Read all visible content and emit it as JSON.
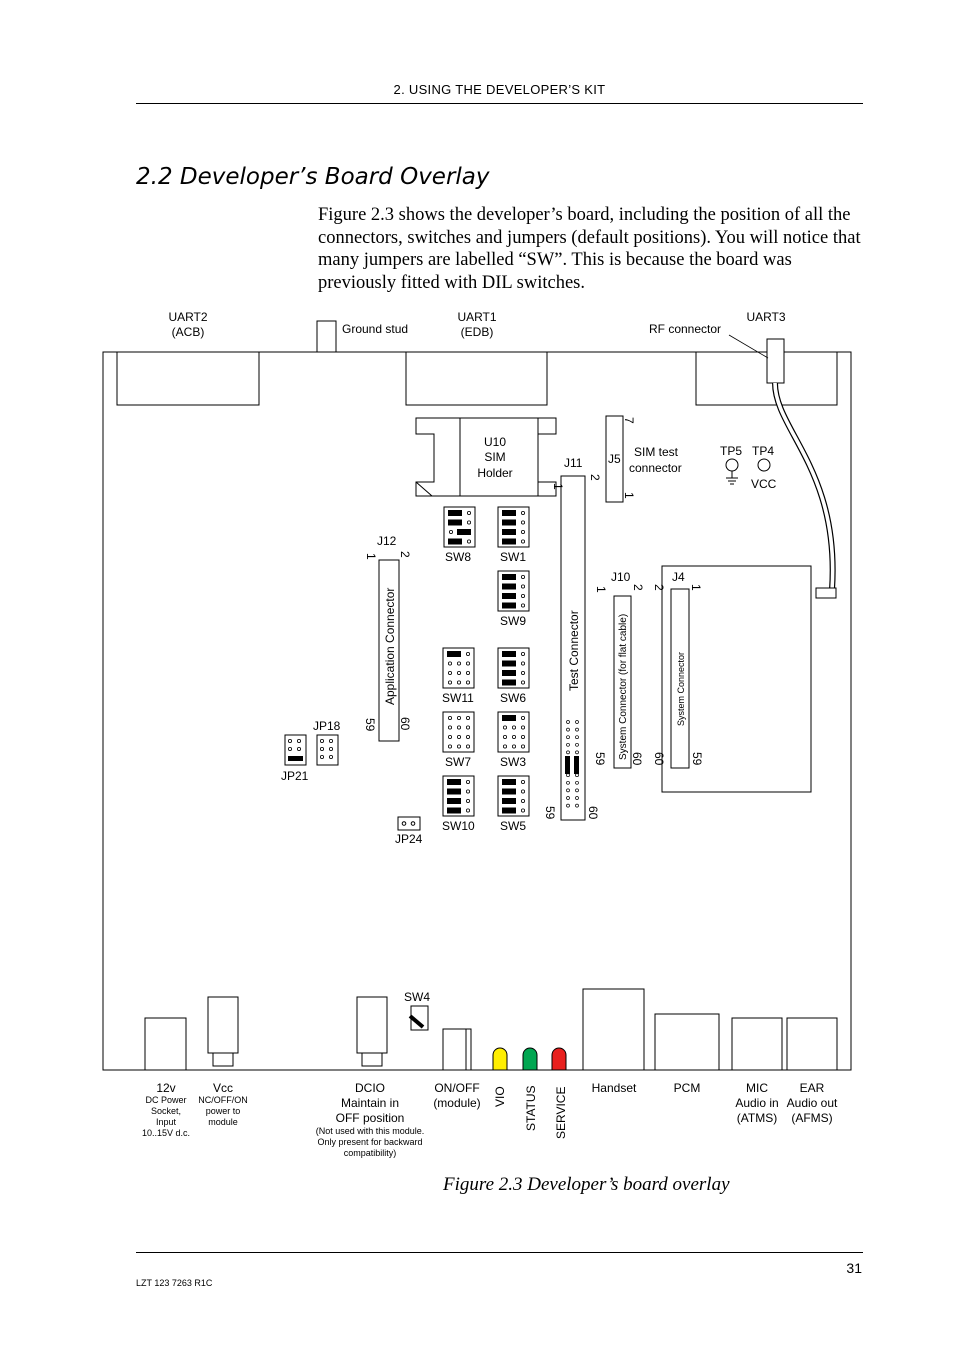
{
  "header": {
    "text": "2. USING THE DEVELOPER’S KIT"
  },
  "section": {
    "title": "2.2 Developer’s Board Overlay"
  },
  "intro": "Figure 2.3 shows the developer’s board, including the position of all the connectors, switches and jumpers (default positions). You will notice that many jumpers are labelled “SW”. This is because the board was previously fitted with DIL switches.",
  "figure": {
    "caption": "Figure 2.3  Developer’s board overlay",
    "labels": {
      "uart2": [
        "UART2",
        "(ACB)"
      ],
      "ground_stud": "Ground stud",
      "uart1": [
        "UART1",
        "(EDB)"
      ],
      "rf_connector": "RF connector",
      "uart3": "UART3",
      "u10": [
        "U10",
        "SIM",
        "Holder"
      ],
      "j11": "J11",
      "j5": "J5",
      "sim_test": [
        "SIM test",
        "connector"
      ],
      "tp5": "TP5",
      "tp4": "TP4",
      "vcc_tp": "VCC",
      "j12": "J12",
      "app_connector": "Application Connector",
      "test_connector": "Test Connector",
      "j10": "J10",
      "j4": "J4",
      "sys_conn_flat": "System Connector (for flat cable)",
      "sys_conn": "System Connector",
      "jp18": "JP18",
      "jp21": "JP21",
      "jp24": "JP24",
      "sw4": "SW4",
      "switches": [
        "SW8",
        "SW1",
        "SW9",
        "SW11",
        "SW6",
        "SW7",
        "SW3",
        "SW10",
        "SW5"
      ],
      "pins": {
        "one": "1",
        "two": "2",
        "seven": "7",
        "fifty_nine": "59",
        "sixty": "60"
      }
    },
    "bottom_labels": {
      "v12": {
        "main": "12v",
        "sub": [
          "DC Power",
          "Socket,",
          "Input",
          "10..15V d.c."
        ]
      },
      "vcc": {
        "main": "Vcc",
        "sub": [
          "NC/OFF/ON",
          "power to",
          "module"
        ]
      },
      "dcio": {
        "main": [
          "DCIO",
          "Maintain in",
          "OFF position"
        ],
        "sub": [
          "(Not used with this module.",
          "Only present for backward",
          "compatibility)"
        ]
      },
      "onoff": [
        "ON/OFF",
        "(module)"
      ],
      "vio": "VIO",
      "status": "STATUS",
      "service": "SERVICE",
      "handset": "Handset",
      "pcm": "PCM",
      "mic": [
        "MIC",
        "Audio in",
        "(ATMS)"
      ],
      "ear": [
        "EAR",
        "Audio out",
        "(AFMS)"
      ]
    },
    "led_colors": {
      "vio": "#ffee00",
      "status": "#00a651",
      "service": "#e8201e"
    }
  },
  "footer": {
    "page_number": "31",
    "doc_id": "LZT 123 7263 R1C"
  }
}
